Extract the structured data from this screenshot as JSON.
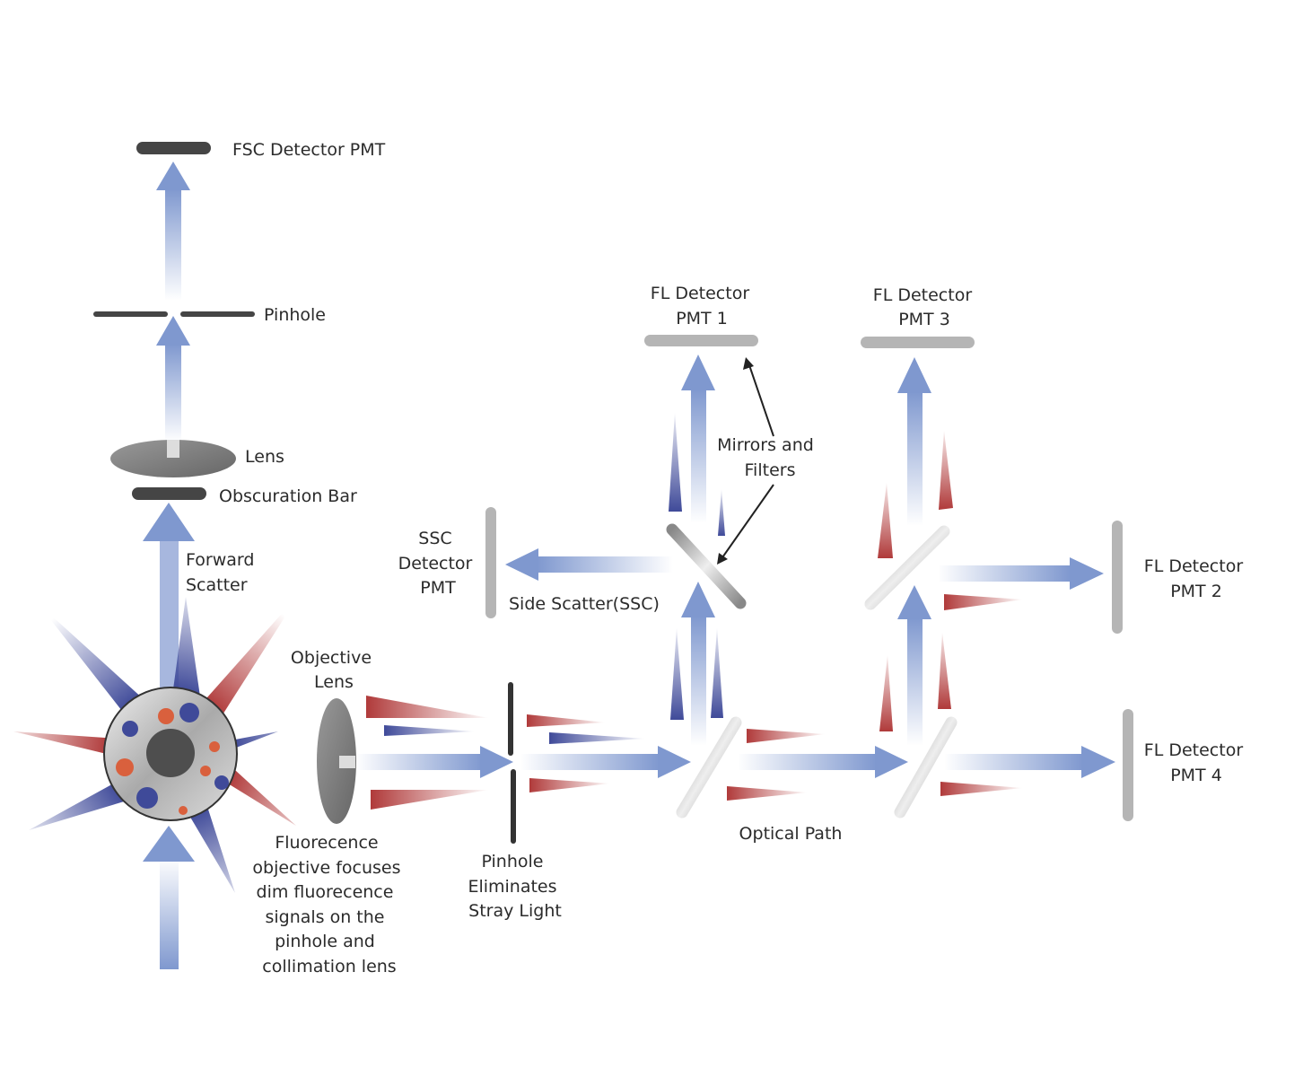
{
  "colors": {
    "beam": "#7f98cf",
    "blue_emission": "#3f4a99",
    "red_emission": "#b03a3a",
    "orange_dot": "#d9603d",
    "detector_dark": "#454545",
    "detector_light": "#b5b5b5"
  },
  "labels": {
    "fsc_detector": "FSC Detector PMT",
    "pinhole_top": "Pinhole",
    "lens": "Lens",
    "obscuration_bar": "Obscuration Bar",
    "forward_scatter": [
      "Forward",
      "Scatter"
    ],
    "objective_lens": [
      "Objective",
      "Lens"
    ],
    "fluorescence_note": [
      "Fluorecence",
      "objective focuses",
      "dim fluorecence",
      "signals on the",
      "pinhole and",
      "collimation lens"
    ],
    "pinhole_note": [
      "Pinhole",
      "Eliminates",
      "Stray Light"
    ],
    "ssc_detector": [
      "SSC",
      "Detector",
      "PMT"
    ],
    "side_scatter": "Side Scatter(SSC)",
    "mirrors_filters": [
      "Mirrors and",
      "Filters"
    ],
    "fl_pmt1": [
      "FL Detector",
      "PMT 1"
    ],
    "fl_pmt2": [
      "FL Detector",
      "PMT 2"
    ],
    "fl_pmt3": [
      "FL Detector",
      "PMT 3"
    ],
    "fl_pmt4": [
      "FL Detector",
      "PMT 4"
    ],
    "optical_path": "Optical Path"
  }
}
